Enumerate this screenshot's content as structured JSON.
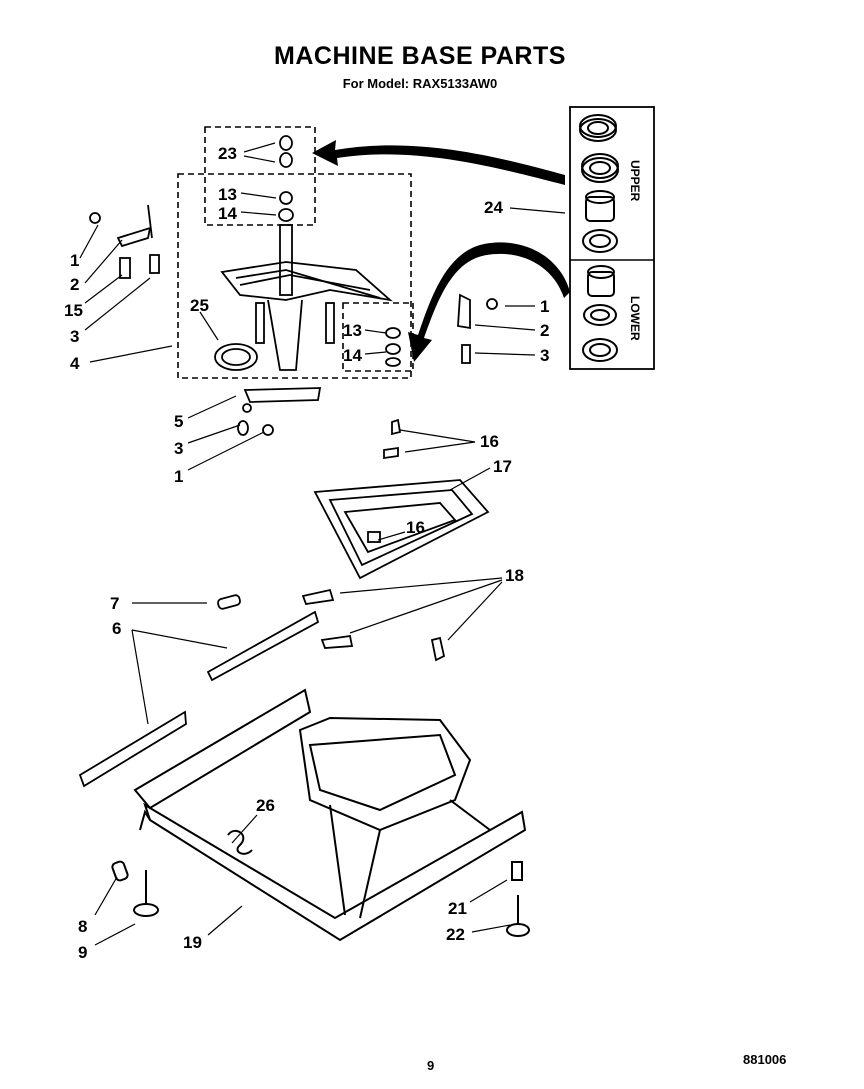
{
  "title": "MACHINE BASE PARTS",
  "subtitle": "For Model: RAX5133AW0",
  "callouts": [
    {
      "id": "c23",
      "text": "23"
    },
    {
      "id": "c13a",
      "text": "13"
    },
    {
      "id": "c14a",
      "text": "14"
    },
    {
      "id": "c24",
      "text": "24"
    },
    {
      "id": "c1a",
      "text": "1"
    },
    {
      "id": "c2a",
      "text": "2"
    },
    {
      "id": "c15",
      "text": "15"
    },
    {
      "id": "c3a",
      "text": "3"
    },
    {
      "id": "c4",
      "text": "4"
    },
    {
      "id": "c25",
      "text": "25"
    },
    {
      "id": "c13b",
      "text": "13"
    },
    {
      "id": "c14b",
      "text": "14"
    },
    {
      "id": "c1b",
      "text": "1"
    },
    {
      "id": "c2b",
      "text": "2"
    },
    {
      "id": "c3b",
      "text": "3"
    },
    {
      "id": "c5",
      "text": "5"
    },
    {
      "id": "c3c",
      "text": "3"
    },
    {
      "id": "c1c",
      "text": "1"
    },
    {
      "id": "c16a",
      "text": "16"
    },
    {
      "id": "c17",
      "text": "17"
    },
    {
      "id": "c16b",
      "text": "16"
    },
    {
      "id": "c18",
      "text": "18"
    },
    {
      "id": "c7",
      "text": "7"
    },
    {
      "id": "c6",
      "text": "6"
    },
    {
      "id": "c26",
      "text": "26"
    },
    {
      "id": "c8",
      "text": "8"
    },
    {
      "id": "c9",
      "text": "9"
    },
    {
      "id": "c19",
      "text": "19"
    },
    {
      "id": "c21",
      "text": "21"
    },
    {
      "id": "c22",
      "text": "22"
    }
  ],
  "side_labels": {
    "upper": "UPPER",
    "lower": "LOWER"
  },
  "footer": {
    "page": "9",
    "code": "881006"
  }
}
